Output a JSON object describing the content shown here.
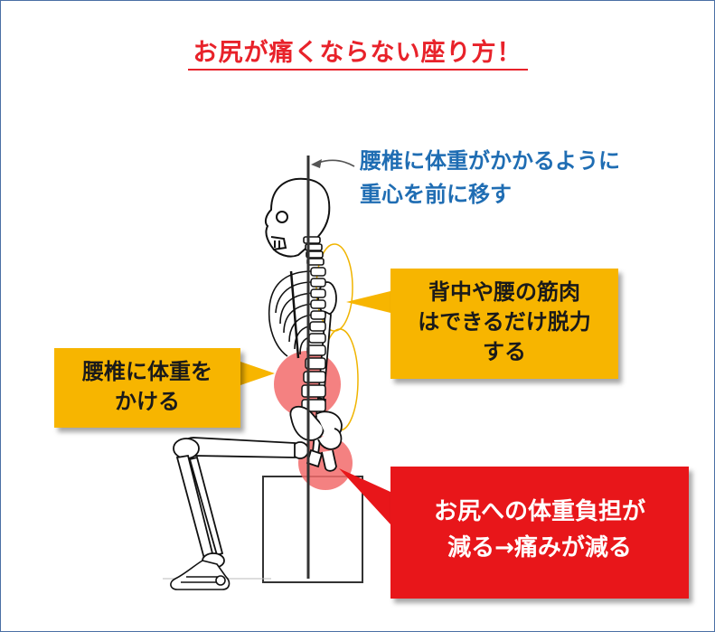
{
  "title": "お尻が痛くならない座り方！",
  "annotations": {
    "center_of_gravity": {
      "line1": "腰椎に体重がかかるように",
      "line2": "重心を前に移す"
    },
    "muscle_relax": {
      "line1": "背中や腰の筋肉",
      "line2": "はできるだけ脱力",
      "line3": "する"
    },
    "lumbar_weight": {
      "line1": "腰椎に体重を",
      "line2": "かける"
    },
    "result": {
      "line1": "お尻への体重負担が",
      "line2": "減る→痛みが減る"
    }
  },
  "colors": {
    "title_red": "#e8222a",
    "note_blue": "#1f6db3",
    "box_yellow": "#f7b500",
    "box_red": "#e8161a",
    "highlight_pink": "#f26b6b"
  },
  "icons": {
    "figure": "seated-skeleton-illustration"
  }
}
